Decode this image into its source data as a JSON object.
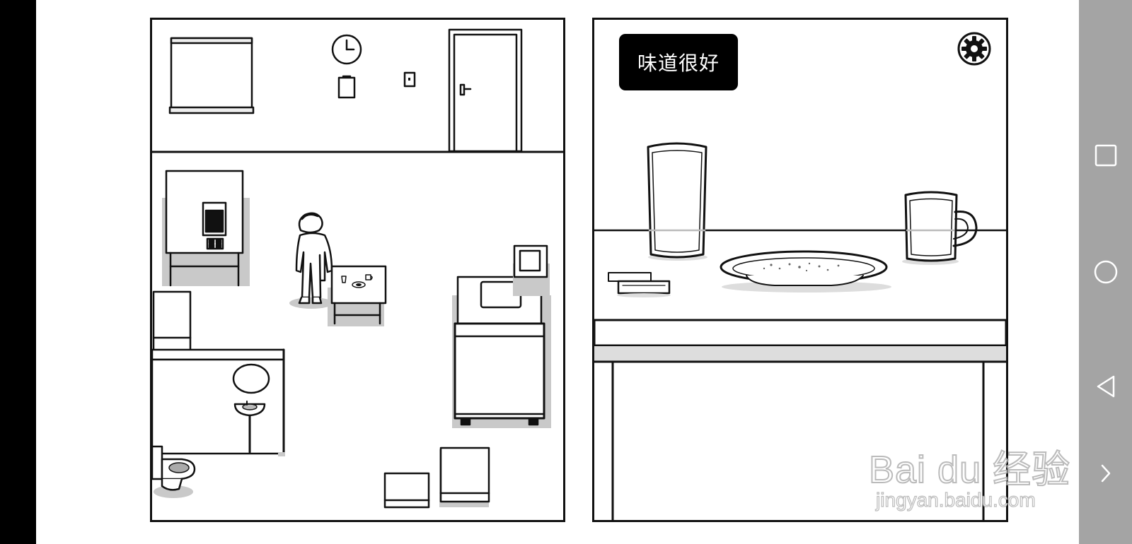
{
  "scene": {
    "message": "味道很好",
    "settings_icon": "gear-icon"
  },
  "navigation": {
    "buttons": [
      {
        "name": "recent-apps",
        "icon": "square-icon"
      },
      {
        "name": "home",
        "icon": "circle-icon"
      },
      {
        "name": "back",
        "icon": "triangle-left-icon"
      },
      {
        "name": "expand",
        "icon": "chevron-right-icon"
      }
    ]
  },
  "watermark": {
    "logo": "Bai du 经验",
    "url": "jingyan.baidu.com"
  },
  "colors": {
    "ink": "#111111",
    "shadow": "#bdbdbd",
    "nav_bar": "#a4a4a4"
  }
}
